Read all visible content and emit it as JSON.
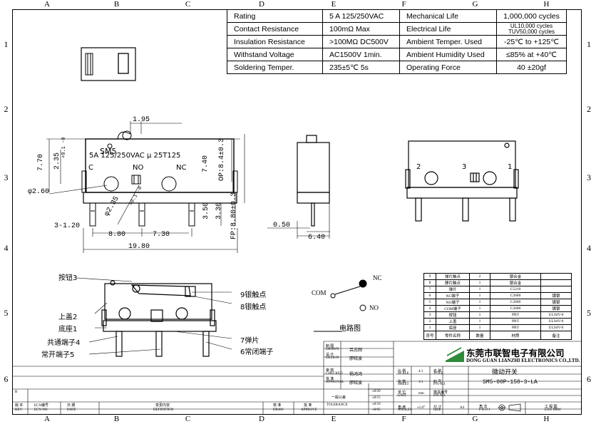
{
  "zones": {
    "columns": [
      "A",
      "B",
      "C",
      "D",
      "E",
      "F",
      "G",
      "H"
    ],
    "rows": [
      "1",
      "2",
      "3",
      "4",
      "5",
      "6"
    ]
  },
  "specs": [
    {
      "k1": "Rating",
      "v1": "5 A  125/250VAC",
      "k2": "Mechanical Life",
      "v2": "1,000,000 cycles"
    },
    {
      "k1": "Contact Resistance",
      "v1": "100mΩ  Max",
      "k2": "Electrical Life",
      "v2": "UL10,000 cycles",
      "v2b": "TUV50,000 cycles"
    },
    {
      "k1": "Insulation Resistance",
      "v1": ">100MΩ DC500V",
      "k2": "Ambient Temper. Used",
      "v2": "-25℃ to +125℃"
    },
    {
      "k1": "Withstand Voltage",
      "v1": "AC1500V  1min.",
      "k2": "Ambient Humidity Used",
      "v2": "≤85% at +40℃"
    },
    {
      "k1": "Soldering Temper.",
      "v1": "235±5℃ 5s",
      "k2": "Operating Force",
      "v2": "40 ±20gf"
    }
  ],
  "front": {
    "model": "SM5",
    "rating": "5A 125/250VAC μ  25T125",
    "c": "C",
    "no": "NO",
    "nc": "NC",
    "d195": "1.95",
    "d770": "7.70",
    "d235a": "2.35",
    "d235tol": "+0.1 -0",
    "d740": "7.40",
    "dop": "OP:8.4±0.3",
    "dphi": "φ2.60",
    "d235b": "φ2.35",
    "d235btol": "+0.1 -0",
    "d350": "3.50",
    "d330": "3.30",
    "dfp": "FP:8.80±0.3",
    "d120": "3-1.20",
    "d880": "8.80",
    "d730": "7.30",
    "d1980": "19.80"
  },
  "side": {
    "d050": "0.50",
    "d640": "6.40"
  },
  "back": {
    "p2": "2",
    "p3": "3",
    "p1": "1"
  },
  "internal": {
    "l1": "按钮3",
    "l2": "上盖2",
    "l3": "底座1",
    "l4": "共通端子",
    "l4n": "4",
    "l5": "常开端子",
    "l5n": "5",
    "r1": "9银触点",
    "r2": "8银触点",
    "r3": "7弹片",
    "r4": "6常闭端子"
  },
  "circuit": {
    "com": "COM",
    "nc": "NC",
    "no": "NO",
    "title": "电路图"
  },
  "bom": {
    "rows": [
      [
        "9",
        "弹片触点",
        "2",
        "银合金",
        ""
      ],
      [
        "8",
        "静片触点",
        "1",
        "银合金",
        ""
      ],
      [
        "7",
        "弹片",
        "1",
        "C5210",
        ""
      ],
      [
        "6",
        "NC端子",
        "1",
        "C2680",
        "镀银"
      ],
      [
        "5",
        "NO端子",
        "1",
        "C2680",
        "镀银"
      ],
      [
        "4",
        "COM端子",
        "1",
        "C2680",
        "镀银"
      ],
      [
        "3",
        "按钮",
        "1",
        "PBT",
        "UL94V-0"
      ],
      [
        "2",
        "上盖",
        "1",
        "PBT",
        "UL94V-0"
      ],
      [
        "1",
        "底座",
        "1",
        "PBT",
        "UL94V-0"
      ]
    ],
    "head": [
      "序号",
      "零件名称",
      "数量",
      "材质",
      "备注"
    ]
  },
  "titleblock": {
    "company_cn": "东莞市联智电子有限公司",
    "company_en": "DONG GUAN LIANZHI ELECTRONICS CO.,LTD.",
    "product": "微动开关",
    "partno": "SM5-00P-150-3-LA",
    "drawn_l": "制 图",
    "drawn_le": "DRAWN",
    "drawn_v": "吕志刚",
    "design_l": "设 计",
    "design_le": "DESIGN",
    "design_v": "廖晓波",
    "check_l": "审 核",
    "check_le": "CHECKED",
    "check_v": "杨鸿鸿",
    "approv_l": "批 准",
    "approv_le": "APPROVAL",
    "approv_v": "廖晓波",
    "scale_l": "比 例",
    "scale_le": "SCALE",
    "scale_v": "4:1",
    "sheet_l": "张 数",
    "sheet_le": "SHEET",
    "sheet_v": "1/1",
    "unit_l": "单 位",
    "unit_le": "UNIT",
    "unit_v": "mm",
    "angle_l": "角 度",
    "angle_le": "ANGLES",
    "angle_v": "±1.0°",
    "name_l": "名 称",
    "name_le": "TITLE",
    "pn_l": "料 号",
    "pn_le": "P/N NO.",
    "model_l": "模具编号",
    "model_le": "P/N NO.",
    "size_l": "尺 寸",
    "size_le": "SIZE",
    "size_v": "A4",
    "proj_l": "角 法",
    "proj_le": "P R O J",
    "eng_l": "工 程 图",
    "eng_le": "ENG DRW",
    "tol_a": "一般公差",
    "tol_b": "TOLERANCE",
    "tol1": "±0/20",
    "tol2": "±0/15",
    "tol3": "±0/10",
    "tol4": "±0/05",
    "rev_h": [
      "版 本",
      "ECN编号",
      "日 期",
      "变更内容",
      "核 准",
      "批 准"
    ],
    "rev_he": [
      "REV.",
      "ECN NO.",
      "DATE",
      "DEFINITION",
      "DRAW",
      "APPROVE"
    ],
    "rev_s": "B"
  }
}
